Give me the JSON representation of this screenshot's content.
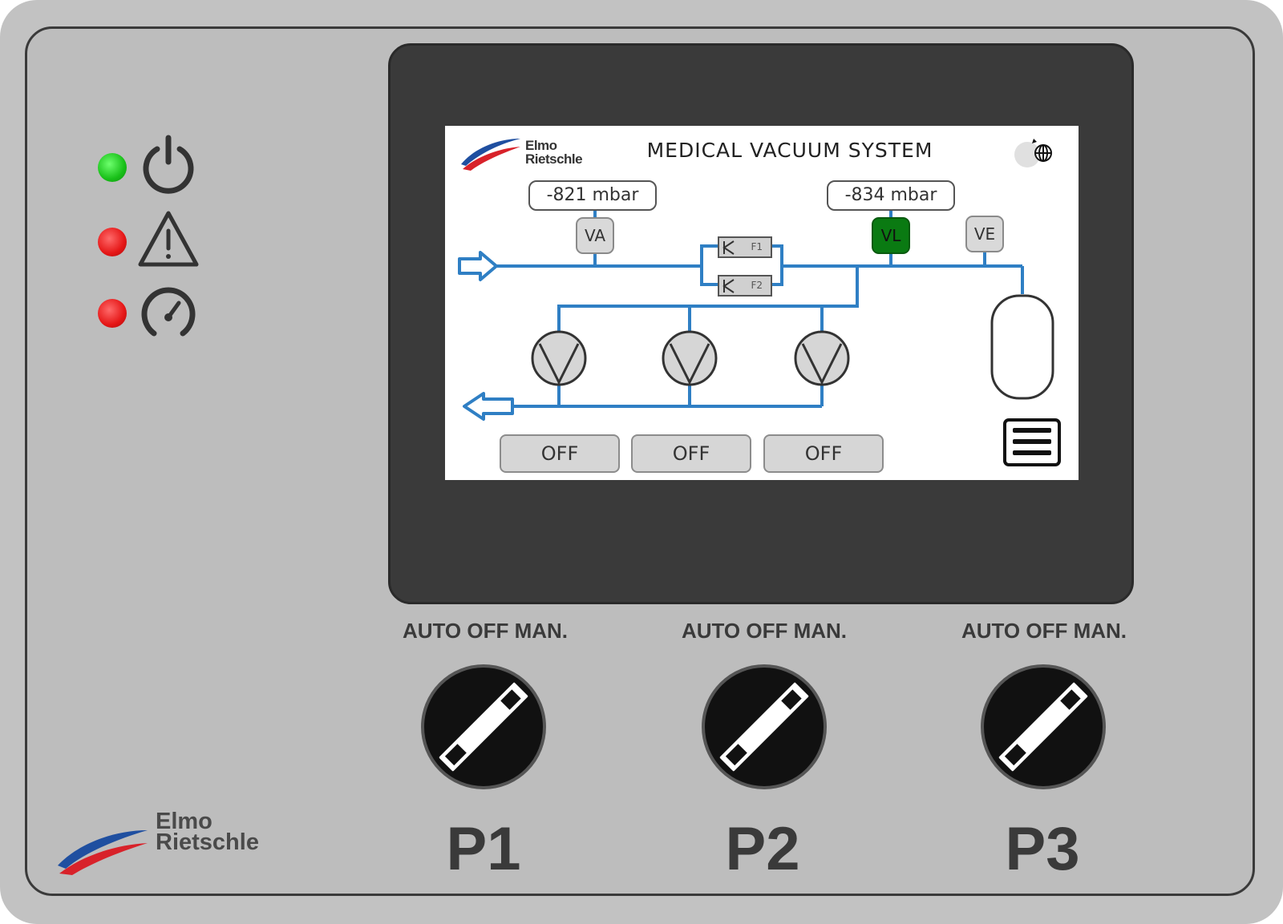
{
  "screen": {
    "title": "MEDICAL VACUUM SYSTEM",
    "brand": {
      "line1": "Elmo",
      "line2": "Rietschle"
    },
    "pressure_left": "-821 mbar",
    "pressure_right": "-834 mbar",
    "valves": [
      {
        "label": "VA",
        "active": false
      },
      {
        "label": "VL",
        "active": true
      },
      {
        "label": "VE",
        "active": false
      }
    ],
    "filters": [
      "F1",
      "F2"
    ],
    "pump_buttons": [
      "OFF",
      "OFF",
      "OFF"
    ],
    "menu_icon": "hamburger-menu-icon",
    "language_icon": "language-toggle-icon"
  },
  "indicators": [
    {
      "name": "power",
      "icon": "power-icon",
      "led_color": "#19c019"
    },
    {
      "name": "warning",
      "icon": "warning-icon",
      "led_color": "#e51616"
    },
    {
      "name": "gauge",
      "icon": "gauge-icon",
      "led_color": "#e51616"
    }
  ],
  "selectors": [
    {
      "positions": "AUTO OFF MAN.",
      "pump": "P1"
    },
    {
      "positions": "AUTO OFF MAN.",
      "pump": "P2"
    },
    {
      "positions": "AUTO OFF MAN.",
      "pump": "P3"
    }
  ],
  "footer_brand": {
    "line1": "Elmo",
    "line2": "Rietschle"
  },
  "colors": {
    "pipe": "#2f7fc4",
    "active_valve": "#0a7a12",
    "panel": "#bdbdbd",
    "bezel": "#3a3a3a",
    "brand_red": "#d8222a",
    "brand_blue": "#1f4fa0"
  }
}
